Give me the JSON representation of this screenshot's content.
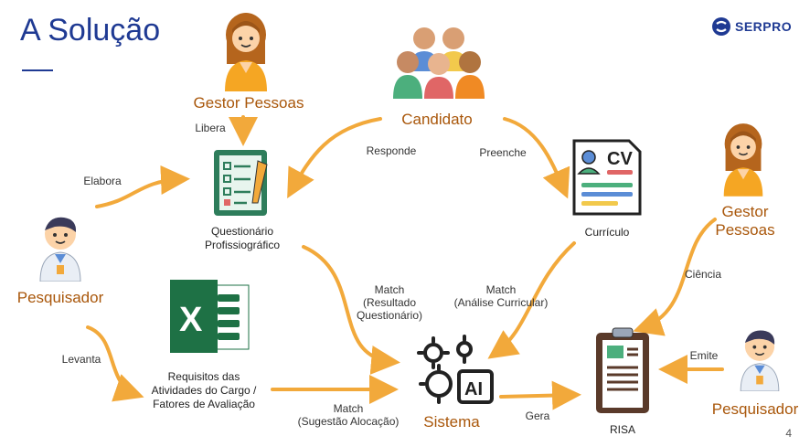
{
  "title": "A Solução",
  "brand": "SERPRO",
  "page_number": "4",
  "nodes": {
    "gestor_top": "Gestor Pessoas",
    "candidato": "Candidato",
    "pesquisador_left": "Pesquisador",
    "gestor_right_1": "Gestor",
    "gestor_right_2": "Pessoas",
    "sistema": "Sistema",
    "pesquisador_right": "Pesquisador"
  },
  "captions": {
    "questionario_1": "Questionário",
    "questionario_2": "Profissiográfico",
    "curriculo": "Currículo",
    "requisitos_1": "Requisitos das",
    "requisitos_2": "Atividades do Cargo /",
    "requisitos_3": "Fatores de Avaliação",
    "risa": "RISA"
  },
  "edges": {
    "libera": "Libera",
    "elabora": "Elabora",
    "responde": "Responde",
    "preenche": "Preenche",
    "ciencia": "Ciência",
    "levanta": "Levanta",
    "match_resultado_1": "Match",
    "match_resultado_2": "(Resultado",
    "match_resultado_3": "Questionário)",
    "match_analise_1": "Match",
    "match_analise_2": "(Análise Curricular)",
    "match_sugestao_1": "Match",
    "match_sugestao_2": "(Sugestão Alocação)",
    "emite": "Emite",
    "gera": "Gera"
  },
  "icons": {
    "cv_text": "CV",
    "ai_text": "AI",
    "excel_text": "X"
  },
  "colors": {
    "title": "#1f3a93",
    "node_label": "#a9570b",
    "arrow": "#f2a93b"
  }
}
